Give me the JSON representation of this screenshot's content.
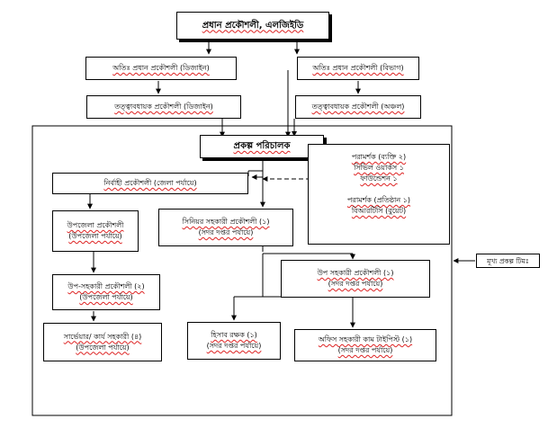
{
  "nodes": {
    "chief": {
      "line1": "প্রধান প্রকৌশলী, এলজিইডি"
    },
    "ace_design": {
      "line1": "অতিঃ প্রধান প্রকৌশলী (ডিজাইন)"
    },
    "ace_division": {
      "line1": "অতিঃ প্রধান প্রকৌশলী (বিভাগ)"
    },
    "se_design": {
      "line1": "তত্ত্বাবধায়ক প্রকৌশলী (ডিজাইন)"
    },
    "se_region": {
      "line1": "তত্ত্বাবধায়ক প্রকৌশলী (অঞ্চল)"
    },
    "project_director": {
      "line1": "প্রকল্প পরিচালক"
    },
    "consultants": {
      "line1": "পরামর্শক (ব্যক্তি ২)",
      "line2": "সিভিল ওয়ার্কস ১",
      "line3": "ফাউন্ডেশন ১",
      "line4": "পরামর্শক (প্রতিষ্ঠান ১)",
      "line5": "বিআরটিসি (বুয়েট)"
    },
    "ee": {
      "line1": "নির্বাহী প্রকৌশলী (জেলা পর্যায়ে)"
    },
    "upazila_engineer": {
      "line1": "উপজেলা প্রকৌশলী",
      "line2": "(উপজেলা পর্যায়ে)"
    },
    "senior_ae": {
      "line1": "সিনিয়র সহকারী প্রকৌশলী (১)",
      "line2": "(সদর দপ্তর পর্যায়ে)"
    },
    "sub_ae_hq": {
      "line1": "উপ সহকারী প্রকৌশলী (১)",
      "line2": "(সদর দপ্তর পর্যায়ে)"
    },
    "sub_ae_upazila": {
      "line1": "উপ-সহকারী প্রকৌশলী (২)",
      "line2": "(উপজেলা পর্যায়ে)"
    },
    "surveyor": {
      "line1": "সার্ভেয়ার/ কার্য সহকারী (৪)",
      "line2": "(উপজেলা পর্যায়ে)"
    },
    "accountant": {
      "line1": "হিসাব রক্ষক (১)",
      "line2": "(সদর দপ্তর পর্যায়ে)"
    },
    "office_assistant": {
      "line1": "অফিস সহকারী কাম টাইপিস্ট (১)",
      "line2": "(সদর দপ্তর পর্যায়ে)"
    },
    "core_team": {
      "line1": "মূখ্য প্রকল্প টিমঃ"
    }
  }
}
